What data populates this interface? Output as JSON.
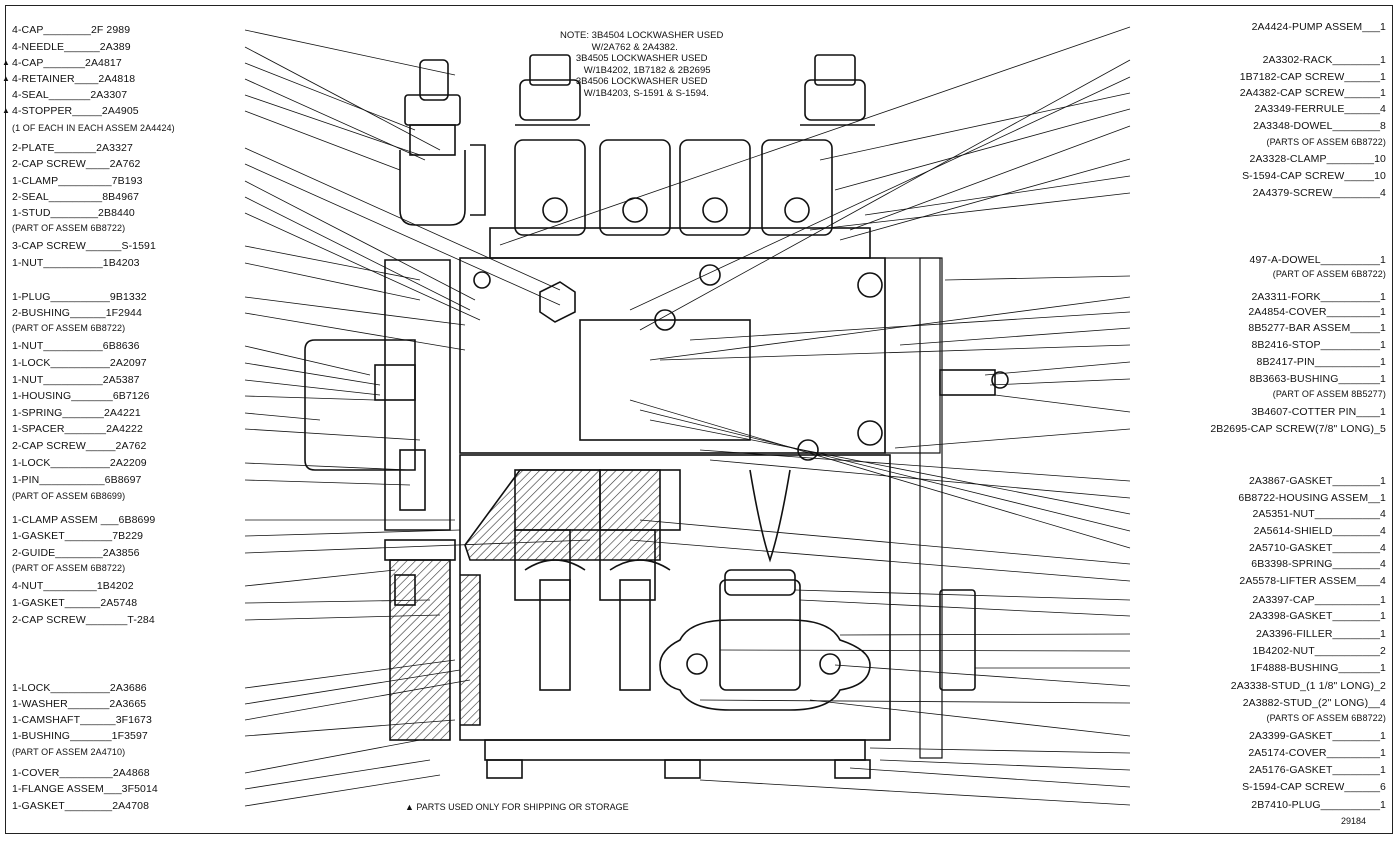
{
  "left_labels": [
    {
      "text": "4-CAP________2F 2989",
      "shipping": false
    },
    {
      "text": "4-NEEDLE______2A389",
      "shipping": false
    },
    {
      "text": "4-CAP_______2A4817",
      "shipping": true
    },
    {
      "text": "4-RETAINER____2A4818",
      "shipping": true
    },
    {
      "text": "4-SEAL_______2A3307",
      "shipping": false
    },
    {
      "text": "4-STOPPER_____2A4905",
      "shipping": true
    },
    {
      "text": "(1 OF EACH IN EACH ASSEM 2A4424)",
      "shipping": false,
      "sub": true
    },
    {
      "text": "2-PLATE_______2A3327",
      "shipping": false
    },
    {
      "text": "2-CAP SCREW____2A762",
      "shipping": false
    },
    {
      "text": "1-CLAMP_________7B193",
      "shipping": false
    },
    {
      "text": "2-SEAL_________8B4967",
      "shipping": false
    },
    {
      "text": "1-STUD________2B8440",
      "shipping": false
    },
    {
      "text": "(PART OF ASSEM 6B8722)",
      "shipping": false,
      "sub": true
    },
    {
      "text": "3-CAP SCREW______S-1591",
      "shipping": false
    },
    {
      "text": "1-NUT__________1B4203",
      "shipping": false
    },
    {
      "text": "1-PLUG__________9B1332",
      "shipping": false
    },
    {
      "text": "2-BUSHING______1F2944",
      "shipping": false
    },
    {
      "text": "(PART OF ASSEM 6B8722)",
      "shipping": false,
      "sub": true
    },
    {
      "text": "1-NUT__________6B8636",
      "shipping": false
    },
    {
      "text": "1-LOCK__________2A2097",
      "shipping": false
    },
    {
      "text": "1-NUT__________2A5387",
      "shipping": false
    },
    {
      "text": "1-HOUSING_______6B7126",
      "shipping": false
    },
    {
      "text": "1-SPRING_______2A4221",
      "shipping": false
    },
    {
      "text": "1-SPACER_______2A4222",
      "shipping": false
    },
    {
      "text": "2-CAP SCREW_____2A762",
      "shipping": false
    },
    {
      "text": "1-LOCK__________2A2209",
      "shipping": false
    },
    {
      "text": "1-PIN___________6B8697",
      "shipping": false
    },
    {
      "text": "(PART OF ASSEM 6B8699)",
      "shipping": false,
      "sub": true
    },
    {
      "text": "1-CLAMP ASSEM ___6B8699",
      "shipping": false
    },
    {
      "text": "1-GASKET________7B229",
      "shipping": false
    },
    {
      "text": "2-GUIDE________2A3856",
      "shipping": false
    },
    {
      "text": "(PART OF ASSEM 6B8722)",
      "shipping": false,
      "sub": true
    },
    {
      "text": "4-NUT_________1B4202",
      "shipping": false
    },
    {
      "text": "1-GASKET______2A5748",
      "shipping": false
    },
    {
      "text": "2-CAP SCREW_______T-284",
      "shipping": false
    },
    {
      "text": "1-LOCK__________2A3686",
      "shipping": false
    },
    {
      "text": "1-WASHER_______2A3665",
      "shipping": false
    },
    {
      "text": "1-CAMSHAFT______3F1673",
      "shipping": false
    },
    {
      "text": "1-BUSHING_______1F3597",
      "shipping": false
    },
    {
      "text": "(PART OF ASSEM 2A4710)",
      "shipping": false,
      "sub": true
    },
    {
      "text": "1-COVER_________2A4868",
      "shipping": false
    },
    {
      "text": "1-FLANGE ASSEM___3F5014",
      "shipping": false
    },
    {
      "text": "1-GASKET________2A4708",
      "shipping": false
    }
  ],
  "right_labels": [
    {
      "text": "2A4424-PUMP ASSEM___1"
    },
    {
      "text": "2A3302-RACK________1"
    },
    {
      "text": "1B7182-CAP SCREW______1"
    },
    {
      "text": "2A4382-CAP SCREW______1"
    },
    {
      "text": "2A3349-FERRULE______4"
    },
    {
      "text": "2A3348-DOWEL________8"
    },
    {
      "text": "(PARTS OF ASSEM 6B8722)",
      "sub": true
    },
    {
      "text": "2A3328-CLAMP________10"
    },
    {
      "text": "S-1594-CAP SCREW_____10"
    },
    {
      "text": "2A4379-SCREW________4"
    },
    {
      "text": "497-A-DOWEL__________1"
    },
    {
      "text": "(PART OF ASSEM 6B8722)",
      "sub": true
    },
    {
      "text": "2A3311-FORK__________1"
    },
    {
      "text": "2A4854-COVER_________1"
    },
    {
      "text": "8B5277-BAR ASSEM_____1"
    },
    {
      "text": "8B2416-STOP__________1"
    },
    {
      "text": "8B2417-PIN___________1"
    },
    {
      "text": "8B3663-BUSHING_______1"
    },
    {
      "text": "(PART OF ASSEM 8B5277)",
      "sub": true
    },
    {
      "text": "3B4607-COTTER PIN____1"
    },
    {
      "text": "2B2695-CAP SCREW(7/8\" LONG)_5"
    },
    {
      "text": "2A3867-GASKET________1"
    },
    {
      "text": "6B8722-HOUSING ASSEM__1"
    },
    {
      "text": "2A5351-NUT___________4"
    },
    {
      "text": "2A5614-SHIELD________4"
    },
    {
      "text": "2A5710-GASKET________4"
    },
    {
      "text": "6B3398-SPRING________4"
    },
    {
      "text": "2A5578-LIFTER ASSEM____4"
    },
    {
      "text": "2A3397-CAP___________1"
    },
    {
      "text": "2A3398-GASKET________1"
    },
    {
      "text": "2A3396-FILLER________1"
    },
    {
      "text": "1B4202-NUT___________2"
    },
    {
      "text": "1F4888-BUSHING_______1"
    },
    {
      "text": "2A3338-STUD_(1 1/8\" LONG)_2"
    },
    {
      "text": "2A3882-STUD_(2\" LONG)__4"
    },
    {
      "text": "(PARTS OF ASSEM 6B8722)",
      "sub": true
    },
    {
      "text": "2A3399-GASKET________1"
    },
    {
      "text": "2A5174-COVER_________1"
    },
    {
      "text": "2A5176-GASKET________1"
    },
    {
      "text": "S-1594-CAP SCREW______6"
    },
    {
      "text": "2B7410-PLUG__________1"
    }
  ],
  "note": "NOTE: 3B4504 LOCKWASHER USED\n            W/2A762 & 2A4382.\n      3B4505 LOCKWASHER USED\n         W/1B4202, 1B7182 & 2B2695\n      3B4506 LOCKWASHER USED\n         W/1B4203, S-1591 & S-1594.",
  "footnote": "▲ PARTS USED ONLY FOR SHIPPING OR STORAGE",
  "figure_number": "29184",
  "shipping_marker": "▲"
}
